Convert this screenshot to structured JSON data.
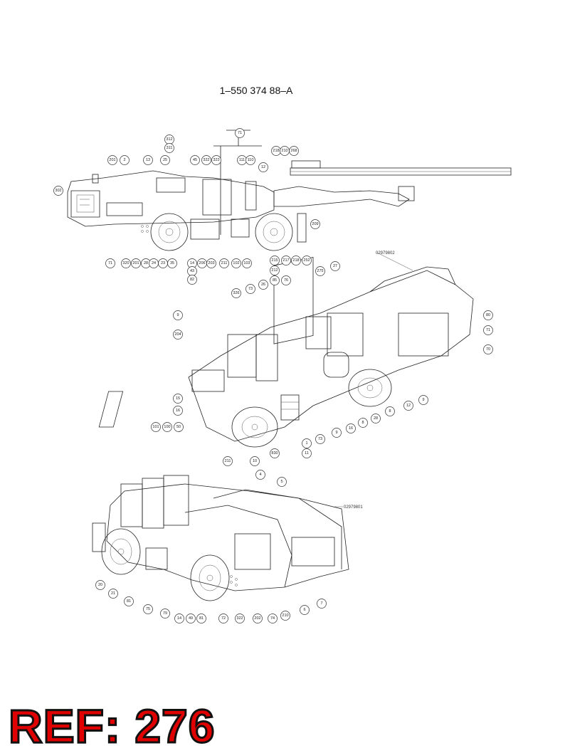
{
  "document_number": "1–550 374 88–A",
  "ref_label": "REF: 276",
  "drawing_numbers": {
    "middle_view": "02979802",
    "bottom_view": "02979801"
  },
  "callouts": {
    "side_view": [
      "312",
      "311",
      "71",
      "201",
      "2",
      "13",
      "25",
      "45",
      "322",
      "323",
      "111",
      "110",
      "12",
      "218",
      "210",
      "268",
      "302",
      "71",
      "320",
      "201",
      "28",
      "24",
      "23",
      "35",
      "14",
      "206",
      "203",
      "211",
      "102",
      "103",
      "209",
      "43",
      "82"
    ],
    "middle_view": [
      "215",
      "217",
      "218",
      "252",
      "212",
      "275",
      "27",
      "326",
      "73",
      "26",
      "85",
      "76",
      "9",
      "204",
      "80",
      "71",
      "70",
      "15",
      "16",
      "101",
      "100",
      "50",
      "10",
      "830",
      "1",
      "11",
      "73",
      "9",
      "16",
      "8",
      "28",
      "8",
      "12",
      "9"
    ],
    "bottom_view": [
      "211",
      "4",
      "5",
      "20",
      "21",
      "81",
      "75",
      "79",
      "14",
      "49",
      "81",
      "72",
      "322",
      "202",
      "74",
      "210",
      "6",
      "7"
    ]
  }
}
